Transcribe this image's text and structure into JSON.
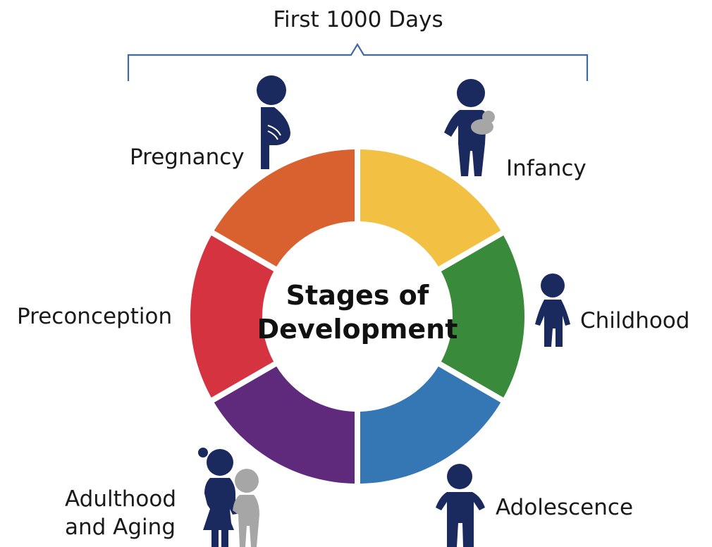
{
  "header": {
    "title": "First 1000 Days"
  },
  "center": {
    "line1": "Stages of",
    "line2": "Development"
  },
  "stages": {
    "pregnancy": "Pregnancy",
    "infancy": "Infancy",
    "childhood": "Childhood",
    "adolescence": "Adolescence",
    "adulthood_line1": "Adulthood",
    "adulthood_line2": "and Aging",
    "preconception": "Preconception"
  },
  "colors": {
    "bracket": "#3f6aa6",
    "figure": "#1b2a5e",
    "figure_secondary": "#a6a6a6",
    "infancy": "#f2c043",
    "childhood": "#3a8a3c",
    "adolescence": "#3577b5",
    "adulthood": "#5f2a7c",
    "preconception": "#d63341",
    "pregnancy": "#d9602f"
  },
  "icons": [
    "pregnant-woman-icon",
    "parent-with-infant-icon",
    "child-icon",
    "adolescent-icon",
    "adult-with-elder-icon"
  ]
}
